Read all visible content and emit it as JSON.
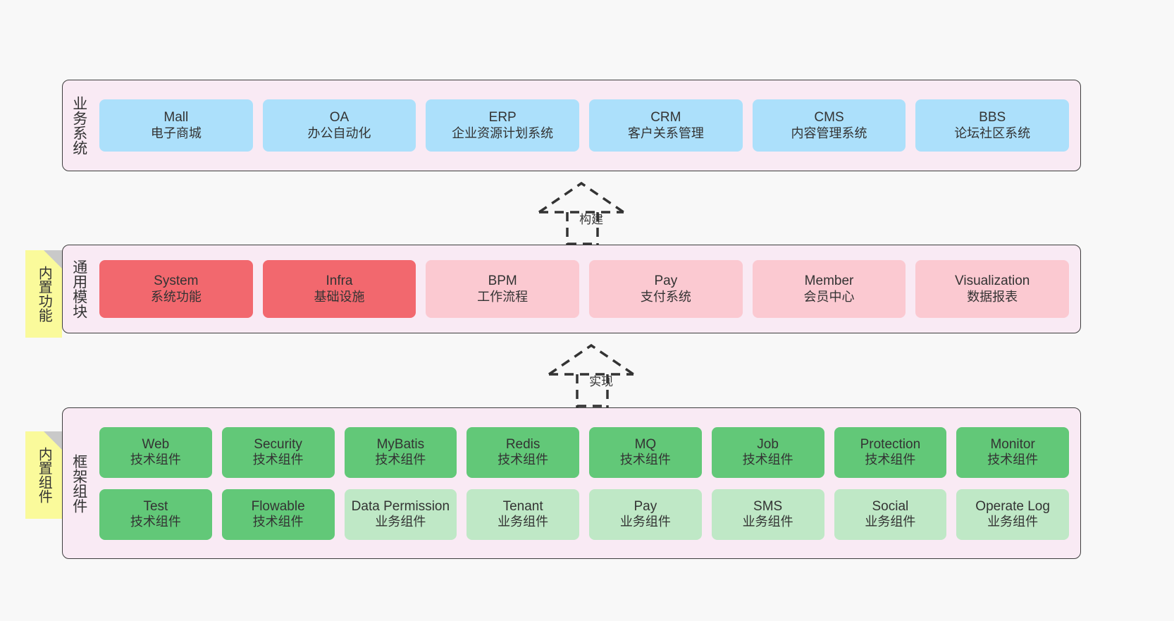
{
  "diagram": {
    "background_color": "#f8f8f8",
    "panel_color": "#f9eaf4",
    "sticky_color": "#fafa9b"
  },
  "layers": {
    "business": {
      "title": "业务系统",
      "card_color": "#ace0fb",
      "cards": [
        {
          "title": "Mall",
          "sub": "电子商城"
        },
        {
          "title": "OA",
          "sub": "办公自动化"
        },
        {
          "title": "ERP",
          "sub": "企业资源计划系统"
        },
        {
          "title": "CRM",
          "sub": "客户关系管理"
        },
        {
          "title": "CMS",
          "sub": "内容管理系统"
        },
        {
          "title": "BBS",
          "sub": "论坛社区系统"
        }
      ]
    },
    "module": {
      "title": "通用模块",
      "sticky": "内置功能",
      "card_color_primary": "#f2686e",
      "card_color_secondary": "#fbc9d1",
      "cards": [
        {
          "title": "System",
          "sub": "系统功能",
          "tone": "primary"
        },
        {
          "title": "Infra",
          "sub": "基础设施",
          "tone": "primary"
        },
        {
          "title": "BPM",
          "sub": "工作流程",
          "tone": "secondary"
        },
        {
          "title": "Pay",
          "sub": "支付系统",
          "tone": "secondary"
        },
        {
          "title": "Member",
          "sub": "会员中心",
          "tone": "secondary"
        },
        {
          "title": "Visualization",
          "sub": "数据报表",
          "tone": "secondary"
        }
      ]
    },
    "framework": {
      "title": "框架组件",
      "sticky": "内置组件",
      "card_color_tech": "#62c878",
      "card_color_biz": "#bfe8c6",
      "row1": [
        {
          "title": "Web",
          "sub": "技术组件",
          "tone": "tech"
        },
        {
          "title": "Security",
          "sub": "技术组件",
          "tone": "tech"
        },
        {
          "title": "MyBatis",
          "sub": "技术组件",
          "tone": "tech"
        },
        {
          "title": "Redis",
          "sub": "技术组件",
          "tone": "tech"
        },
        {
          "title": "MQ",
          "sub": "技术组件",
          "tone": "tech"
        },
        {
          "title": "Job",
          "sub": "技术组件",
          "tone": "tech"
        },
        {
          "title": "Protection",
          "sub": "技术组件",
          "tone": "tech"
        },
        {
          "title": "Monitor",
          "sub": "技术组件",
          "tone": "tech"
        }
      ],
      "row2": [
        {
          "title": "Test",
          "sub": "技术组件",
          "tone": "tech"
        },
        {
          "title": "Flowable",
          "sub": "技术组件",
          "tone": "tech"
        },
        {
          "title": "Data Permission",
          "sub": "业务组件",
          "tone": "biz"
        },
        {
          "title": "Tenant",
          "sub": "业务组件",
          "tone": "biz"
        },
        {
          "title": "Pay",
          "sub": "业务组件",
          "tone": "biz"
        },
        {
          "title": "SMS",
          "sub": "业务组件",
          "tone": "biz"
        },
        {
          "title": "Social",
          "sub": "业务组件",
          "tone": "biz"
        },
        {
          "title": "Operate Log",
          "sub": "业务组件",
          "tone": "biz"
        }
      ]
    }
  },
  "connectors": [
    {
      "label": "构建"
    },
    {
      "label": "实现"
    }
  ]
}
